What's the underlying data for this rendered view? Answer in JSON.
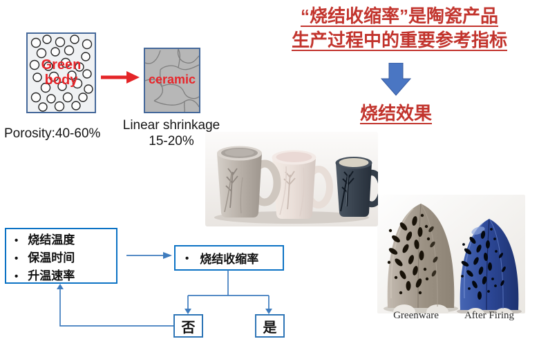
{
  "slide": {
    "heading": {
      "line1": "“烧结收缩率”是陶瓷产品",
      "line2": "生产过程中的重要参考指标",
      "effect_label": "烧结效果"
    },
    "process_diagram": {
      "green_body_label": "Green body",
      "ceramic_label": "ceramic",
      "porosity_text": "Porosity:40-60%",
      "shrinkage_line1": "Linear shrinkage",
      "shrinkage_line2": "15-20%"
    },
    "flowchart": {
      "parameters": [
        "烧结温度",
        "保温时间",
        "升温速率"
      ],
      "result_label": "烧结收缩率",
      "no_label": "否",
      "yes_label": "是"
    },
    "firing_comparison": {
      "before_label": "Greenware",
      "after_label": "After Firing"
    },
    "colors": {
      "heading_red": "#c2342d",
      "diagram_label_red": "#e8252a",
      "schematic_border_blue": "#44689a",
      "flow_box_blue": "#0b72c4",
      "flow_line_blue": "#3f7cbe",
      "block_arrow_blue": "#4a76c3"
    }
  }
}
